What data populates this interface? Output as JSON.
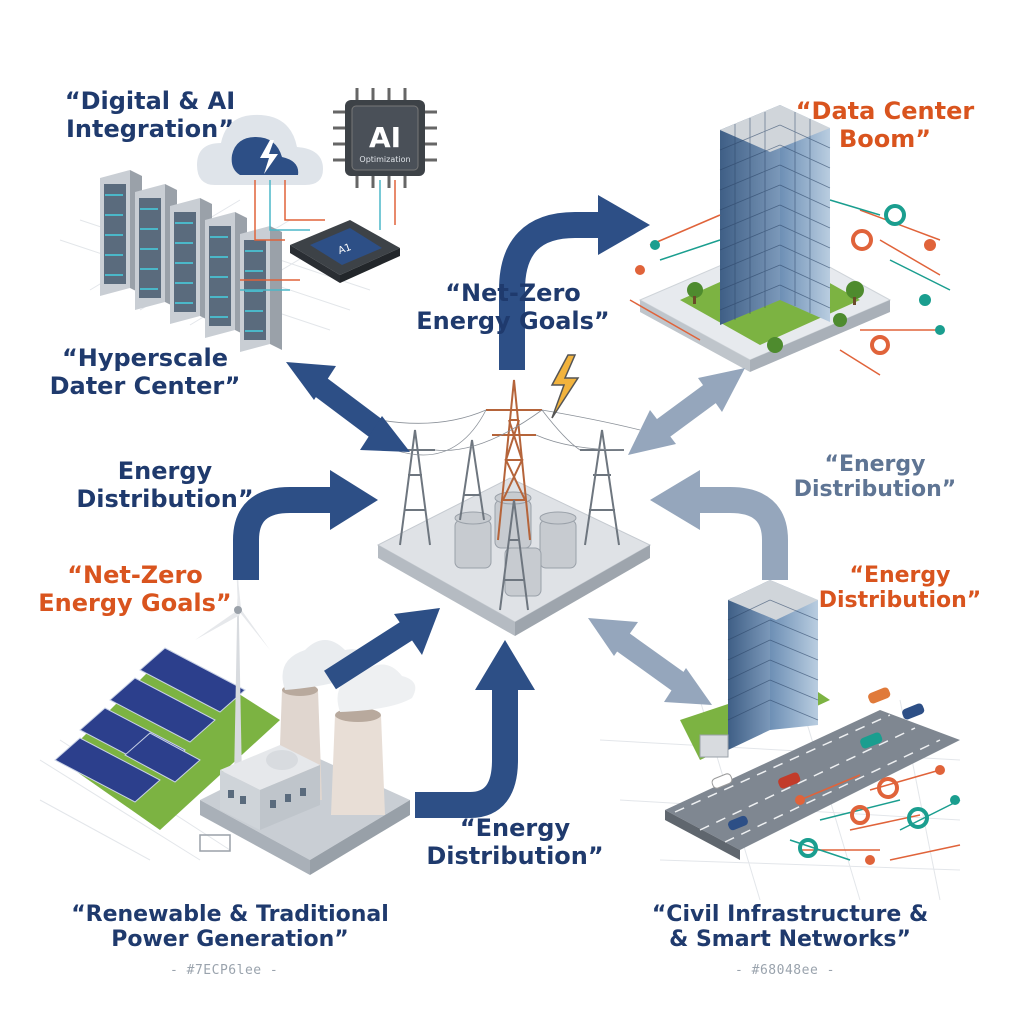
{
  "labels": {
    "digital_ai_1": "“Digital & AI",
    "digital_ai_2": "Integration”",
    "ai_chip_text": "AI",
    "ai_chip_sub": "Optimization",
    "data_center_1": "“Data Center",
    "data_center_2": "Boom”",
    "netzero_top_1": "“Net-Zero",
    "netzero_top_2": "Energy Goals”",
    "hyperscale_1": "“Hyperscale",
    "hyperscale_2": "Dater Center”",
    "energy_left_1": "Energy",
    "energy_left_2": "Distribution”",
    "energy_right_1": "“Energy",
    "energy_right_2": "Distribution”",
    "netzero_left_1": "“Net-Zero",
    "netzero_left_2": "Energy Goals”",
    "energy_orange_1": "“Energy",
    "energy_orange_2": "Distribution”",
    "energy_bottom_1": "“Energy",
    "energy_bottom_2": "Distribution”",
    "renewable_1": "“Renewable & Traditional",
    "renewable_2": "Power Generation”",
    "renewable_code": "- #7ECP6lee -",
    "civil_1": "“Civil Infrastructure &",
    "civil_2": "& Smart Networks”",
    "civil_code": "- #68048ee -"
  },
  "colors": {
    "navy": "#1f3a6d",
    "orange": "#d9541e",
    "slate": "#8fa0b8",
    "teal": "#1a9e8f"
  }
}
